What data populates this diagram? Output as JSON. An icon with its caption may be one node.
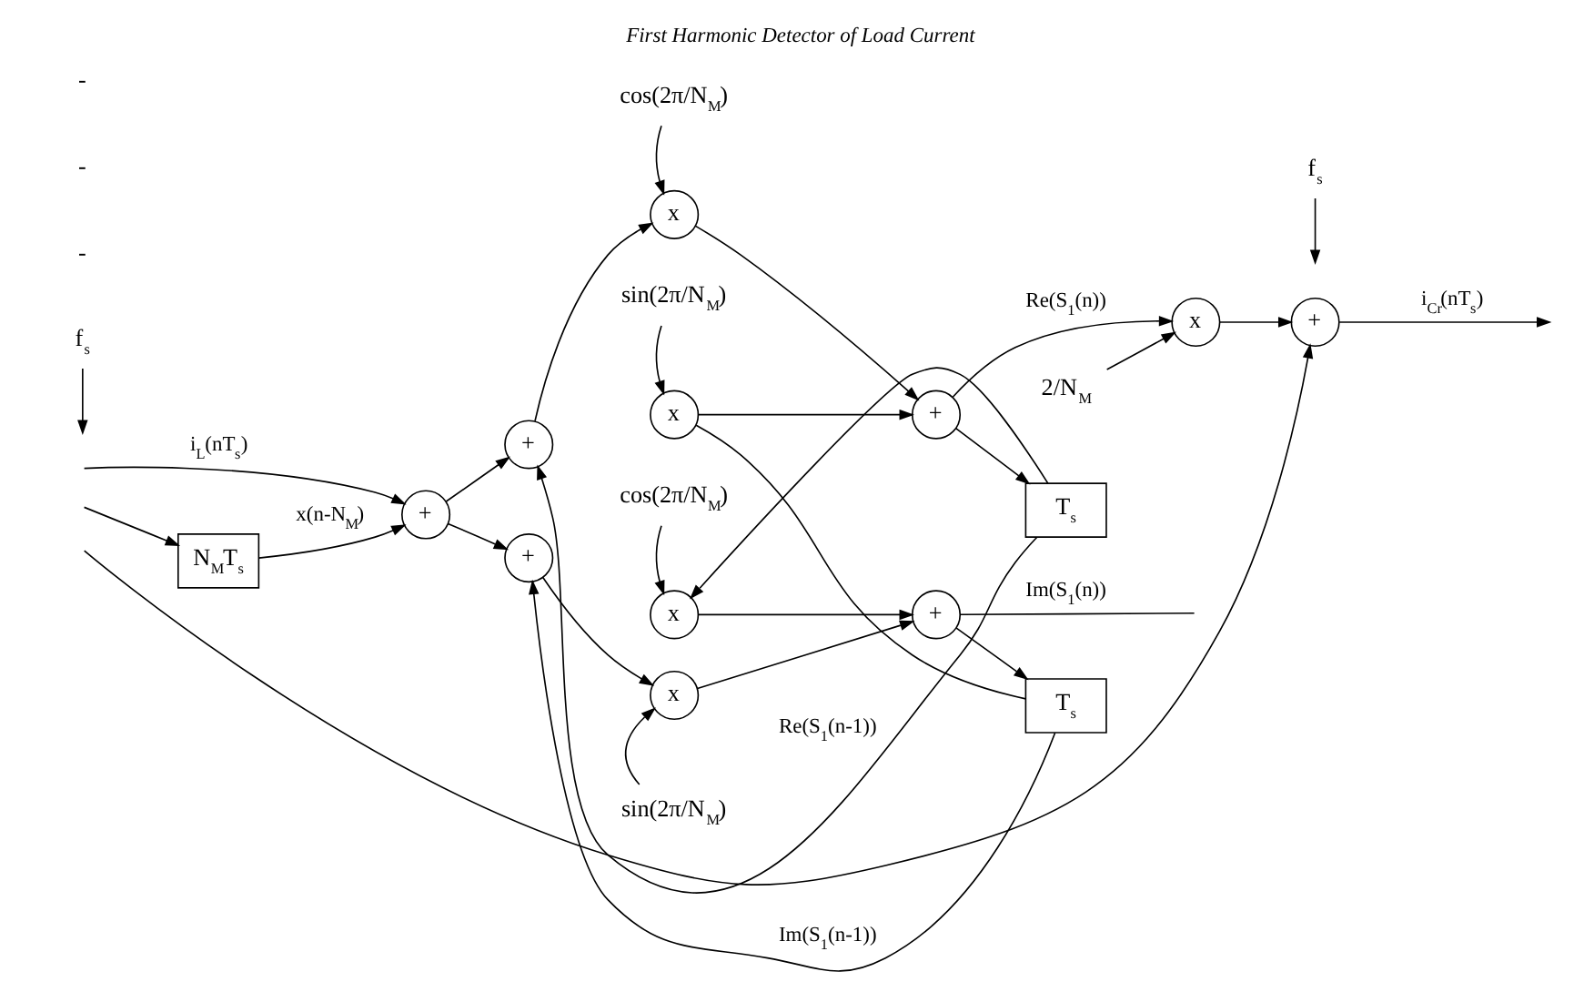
{
  "diagram": {
    "title": "First Harmonic Detector of Load Current",
    "nodes": [
      {
        "text": [
          "+"
        ]
      },
      {
        "text": [
          "N$_{M}$T$_{s}$"
        ]
      },
      {
        "text": [
          "+"
        ]
      },
      {
        "text": [
          "x"
        ]
      },
      {
        "text": [
          "+"
        ]
      },
      {
        "text": [
          "x"
        ]
      },
      {
        "text": [
          "T$_{s}$"
        ]
      },
      {
        "text": [
          "+"
        ]
      },
      {
        "text": [
          "x"
        ]
      },
      {
        "text": [
          "+"
        ]
      },
      {
        "text": [
          "x"
        ]
      },
      {
        "text": [
          "T$_{s}$"
        ]
      },
      {
        "text": [
          "x"
        ]
      },
      {
        "text": [
          "+"
        ]
      },
      {
        "text": [
          "cos(2π/N$_{M}$)"
        ]
      },
      {
        "text": [
          "sin(2π/N$_{M}$)"
        ]
      },
      {
        "text": [
          "cos(2π/N$_{M}$)"
        ]
      },
      {
        "text": [
          "sin(2π/N$_{M}$)"
        ]
      },
      {
        "text": [
          "2/N$_{M}$"
        ]
      },
      {
        "text": [
          "f$_{s}$"
        ]
      },
      {
        "text": [
          "f$_{s}$"
        ]
      }
    ],
    "edges": [
      {
        "from": null,
        "to": 0,
        "arrow": "to",
        "label": "i$_{L}$(nT$_{s}$)"
      },
      {
        "from": null,
        "to": 1,
        "arrow": "to"
      },
      {
        "from": null,
        "to": 13,
        "arrow": "to"
      },
      {
        "from": 19,
        "to": null,
        "arrow": "to"
      },
      {
        "from": 1,
        "to": 0,
        "arrow": "to",
        "label": "x(n-N$_{M}$)"
      },
      {
        "from": 0,
        "to": 2,
        "arrow": "to"
      },
      {
        "from": 0,
        "to": 7,
        "arrow": "to"
      },
      {
        "from": 2,
        "to": 3,
        "arrow": "to"
      },
      {
        "from": 14,
        "to": 3,
        "arrow": "to"
      },
      {
        "from": 3,
        "to": 4,
        "arrow": "to"
      },
      {
        "from": 15,
        "to": 5,
        "arrow": "to"
      },
      {
        "from": 5,
        "to": 4,
        "arrow": "to"
      },
      {
        "from": 4,
        "to": 6,
        "arrow": "to"
      },
      {
        "from": 4,
        "to": 12,
        "arrow": "to",
        "label": "Re(S$_{1}$(n))"
      },
      {
        "from": 6,
        "to": 2,
        "arrow": "to",
        "label": "Re(S$_{1}$(n-1))"
      },
      {
        "from": 6,
        "to": 10,
        "arrow": "to"
      },
      {
        "from": 7,
        "to": 8,
        "arrow": "to"
      },
      {
        "from": 17,
        "to": 8,
        "arrow": "to"
      },
      {
        "from": 8,
        "to": 9,
        "arrow": "to"
      },
      {
        "from": 16,
        "to": 10,
        "arrow": "to"
      },
      {
        "from": 10,
        "to": 9,
        "arrow": "to"
      },
      {
        "from": 9,
        "to": 11,
        "arrow": "to"
      },
      {
        "from": 9,
        "to": null,
        "arrow": "none",
        "label": "Im(S$_{1}$(n))"
      },
      {
        "from": 11,
        "to": 7,
        "arrow": "to",
        "label": "Im(S$_{1}$(n-1))"
      },
      {
        "from": 11,
        "to": 5,
        "arrow": "none"
      },
      {
        "from": 18,
        "to": 12,
        "arrow": "to"
      },
      {
        "from": 12,
        "to": 13,
        "arrow": "to"
      },
      {
        "from": 20,
        "to": null,
        "arrow": "to"
      },
      {
        "from": 13,
        "to": null,
        "arrow": "to",
        "label": "i$_{Cr}$(nT$_{s}$)"
      }
    ],
    "labels": [
      "-",
      "-",
      "-"
    ]
  }
}
